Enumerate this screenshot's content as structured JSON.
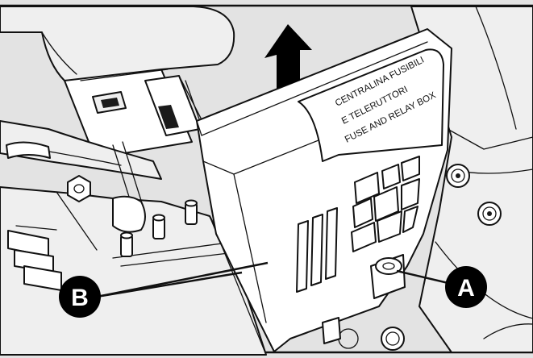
{
  "label": {
    "line1": "CENTRALINA FUSIBILI",
    "line2": "E TELERUTTORI",
    "line3": "FUSE AND RELAY BOX"
  },
  "callouts": {
    "a": "A",
    "b": "B"
  },
  "icons": {
    "arrow": "up-arrow-icon"
  },
  "colors": {
    "background": "#e3e3e3",
    "box": "#ffffff",
    "ink": "#111111",
    "callout": "#000000"
  }
}
